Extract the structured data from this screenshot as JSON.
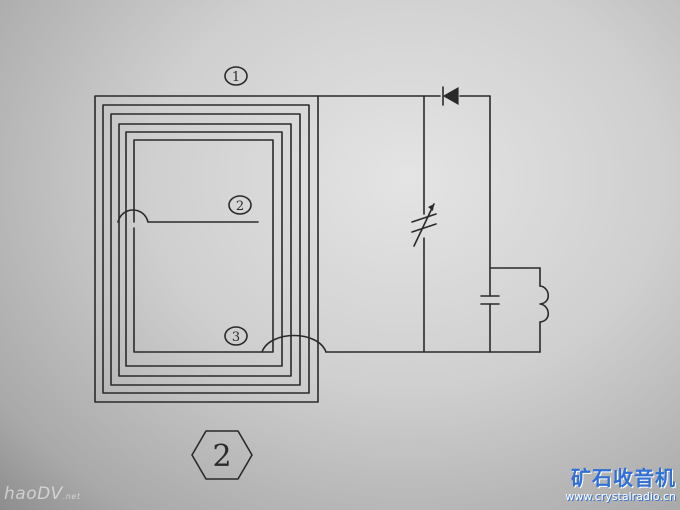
{
  "labels": {
    "coil_top": "1",
    "coil_mid": "2",
    "coil_bottom": "3",
    "figure": "2"
  },
  "watermarks": {
    "left": "haoDV",
    "left_suffix": ".net",
    "right_title": "矿石收音机",
    "right_url": "www.crystalradio.cn"
  },
  "colors": {
    "ink": "#2a2a2a",
    "paper": "#d8d8d8",
    "watermark_blue": "#2f6fd6"
  }
}
